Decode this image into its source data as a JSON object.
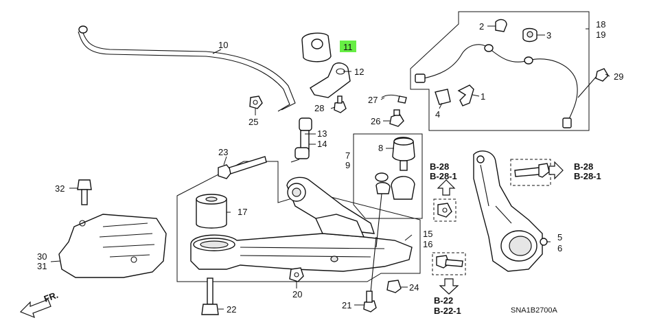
{
  "highlight_color": "#66ee44",
  "direction_label": "FR.",
  "diagram_code": "SNA1B2700A",
  "labels": {
    "p1": "1",
    "p2": "2",
    "p3": "3",
    "p4": "4",
    "p5": "5",
    "p6": "6",
    "p7": "7",
    "p8": "8",
    "p9": "9",
    "p10": "10",
    "p11": "11",
    "p12": "12",
    "p13": "13",
    "p14": "14",
    "p15": "15",
    "p16": "16",
    "p17": "17",
    "p18": "18",
    "p19": "19",
    "p20": "20",
    "p21": "21",
    "p22": "22",
    "p23": "23",
    "p24": "24",
    "p25": "25",
    "p26": "26",
    "p27": "27",
    "p28": "28",
    "p29": "29",
    "p30": "30",
    "p31": "31",
    "p32": "32"
  },
  "refs": {
    "b28_left": "B-28",
    "b28_1_left": "B-28-1",
    "b28_right": "B-28",
    "b28_1_right": "B-28-1",
    "b22": "B-22",
    "b22_1": "B-22-1"
  }
}
